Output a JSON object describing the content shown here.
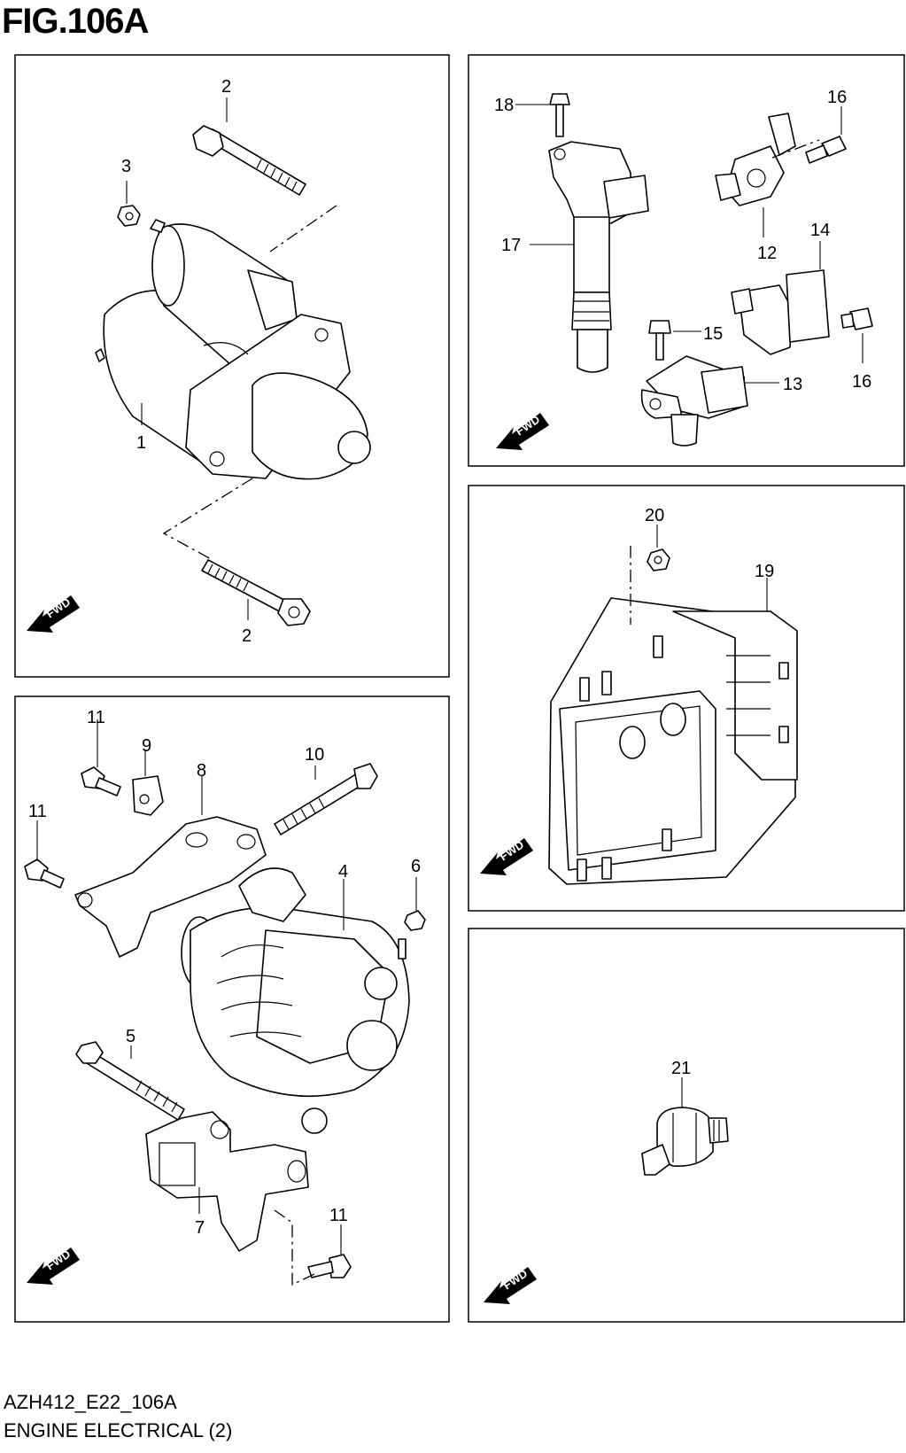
{
  "figure": {
    "title": "FIG.106A",
    "code": "AZH412_E22_106A",
    "caption": "ENGINE ELECTRICAL (2)"
  },
  "fwd_label": "FWD",
  "callouts": {
    "c1": "1",
    "c2a": "2",
    "c2b": "2",
    "c3": "3",
    "c4": "4",
    "c5": "5",
    "c6": "6",
    "c7": "7",
    "c8": "8",
    "c9": "9",
    "c10": "10",
    "c11a": "11",
    "c11b": "11",
    "c11c": "11",
    "c12": "12",
    "c13": "13",
    "c14": "14",
    "c15": "15",
    "c16a": "16",
    "c16b": "16",
    "c17": "17",
    "c18": "18",
    "c19": "19",
    "c20": "20",
    "c21": "21"
  }
}
